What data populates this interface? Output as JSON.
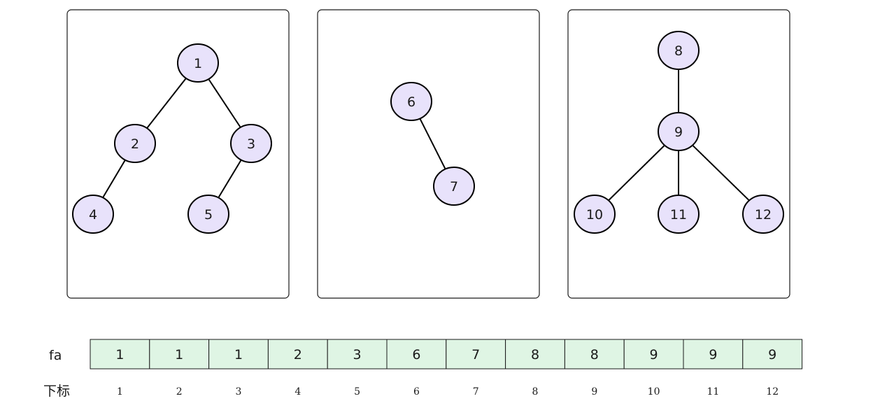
{
  "colors": {
    "node_fill": "#e8e2fb",
    "cell_fill": "#dff5e4",
    "stroke": "#000000"
  },
  "trees": [
    {
      "nodes": [
        "1",
        "2",
        "3",
        "4",
        "5"
      ],
      "edges": [
        [
          "1",
          "2"
        ],
        [
          "1",
          "3"
        ],
        [
          "2",
          "4"
        ],
        [
          "3",
          "5"
        ]
      ]
    },
    {
      "nodes": [
        "6",
        "7"
      ],
      "edges": [
        [
          "6",
          "7"
        ]
      ]
    },
    {
      "nodes": [
        "8",
        "9",
        "10",
        "11",
        "12"
      ],
      "edges": [
        [
          "8",
          "9"
        ],
        [
          "9",
          "10"
        ],
        [
          "9",
          "11"
        ],
        [
          "9",
          "12"
        ]
      ]
    }
  ],
  "array": {
    "label": "fa",
    "index_label": "下标",
    "values": [
      "1",
      "1",
      "1",
      "2",
      "3",
      "6",
      "7",
      "8",
      "8",
      "9",
      "9",
      "9"
    ],
    "indices": [
      "1",
      "2",
      "3",
      "4",
      "5",
      "6",
      "7",
      "8",
      "9",
      "10",
      "11",
      "12"
    ]
  }
}
